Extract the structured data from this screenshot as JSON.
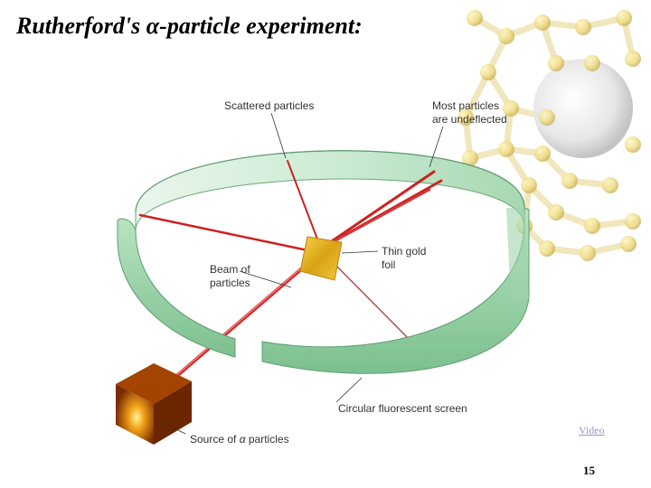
{
  "slide": {
    "title_prefix": "Rutherford's ",
    "title_alpha": "α",
    "title_suffix": "-particle experiment:",
    "video_link": "Video",
    "page_number": "15"
  },
  "diagram": {
    "label_scattered": "Scattered particles",
    "label_most_line1": "Most particles",
    "label_most_line2": "are undeflected",
    "label_foil_line1": "Thin gold",
    "label_foil_line2": "foil",
    "label_beam_line1": "Beam of",
    "label_beam_line2": "particles",
    "label_screen": "Circular fluorescent screen",
    "label_source_prefix": "Source of ",
    "label_source_alpha": "α",
    "label_source_suffix": " particles"
  },
  "colors": {
    "ring_green": "#8fcf9f",
    "beam_red": "#cc2222",
    "foil_gold": "#e6b820",
    "source_orange": "#c85a00"
  }
}
